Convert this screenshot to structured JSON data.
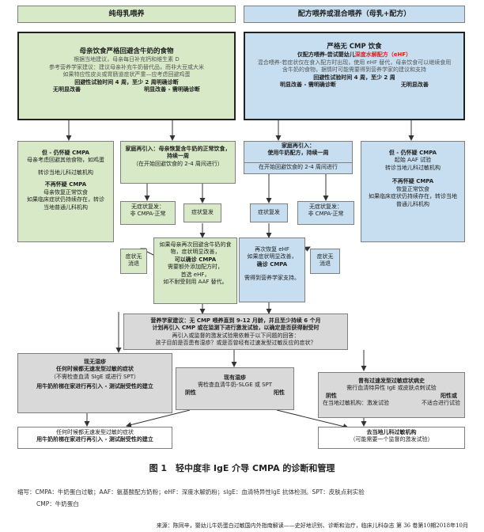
{
  "left_header": "纯母乳喂养",
  "right_header": "配方喂养或混合喂养（母乳+配方）",
  "left_main": {
    "title": "母亲饮食严格回避含牛奶的食物",
    "l1": "根据当地建议，母亲每日补充钙和维生素 D",
    "l2": "参考营养学家建议：建议母亲补充牛奶替代品，而非大豆或大米",
    "l3": "如果特应性皮炎或胃肠道症状严重—应考虑回避鸡蛋",
    "l4": "回避性试验时间 4 周，至少 2 周明确诊断",
    "no_improve": "无明显改善",
    "improve": "明显改善 - 需明确诊断"
  },
  "right_main": {
    "title": "严格无 CMP 饮食",
    "l1_prefix": "仅配方喂养-尝试婴幼儿",
    "l1_red": "深度水解配方（eHF）",
    "l2": "混合喂养-若症状仅在食入配方时出现，使用 eHF 替代，母亲饮食可以继续食用",
    "l3": "含牛奶的食物，据情时可能需要得到营养学家的建议和支持",
    "l4": "回避性试验时间 4 周，至少 2 周",
    "improve": "明显改善 - 需明确诊断",
    "no_improve": "无明显改善"
  },
  "left_side": {
    "title": "但 - 仍怀疑 CMPA",
    "l1": "母亲考虑回避其他食物，如鸡蛋",
    "l2": "转诊当地儿科过敏机构",
    "l3": "不再怀疑 CMPA",
    "l4": "母亲恢复正常饮食",
    "l5": "如果临床症状仍持续存在，转诊",
    "l6": "当地普通儿科机构"
  },
  "left_reintro": {
    "title": "家庭再引入：母亲恢复含牛奶的正常饮食，持续一周",
    "sub": "（在开始回避饮食的 2-4 周间进行）"
  },
  "left_nosym": {
    "l1": "无症状复发：",
    "l2": "非 CMPA-正常"
  },
  "left_sym": "症状复发",
  "left_nofix": {
    "l1": "症状无",
    "l2": "消退"
  },
  "left_resume": {
    "l1": "如果母亲再次回避含牛奶的食",
    "l2": "物，症状明显改善，",
    "l3": "可以确诊 CMPA",
    "l4": "需要额外添加配方时，",
    "l5": "首选 eHF，",
    "l6": "如不耐受则用 AAF 替代。"
  },
  "right_reintro": {
    "title": "家庭再引入：",
    "l1": "使用牛奶配方，持续一周",
    "l2": "在开始回避饮食的 2-4 周间进行"
  },
  "right_sym": "症状复发",
  "right_nosym": {
    "l1": "无症状复发：",
    "l2": "非 CMPA-正常"
  },
  "right_resume": {
    "l1": "再次恢复 eHF",
    "l2": "如果症状明显改善，",
    "l3": "确诊 CMPA",
    "l4": "需得到营养学家支持。"
  },
  "right_nofix": {
    "l1": "症状无",
    "l2": "消退"
  },
  "right_side": {
    "title": "但 - 仍怀疑 CMPA",
    "l1": "起始 AAF 试验",
    "l2": "转诊当地儿科过敏机构",
    "l3": "不再怀疑 CMPA",
    "l4": "恢复正常饮食",
    "l5": "如果临床症状仍持续存在，转诊当地",
    "l6": "普通儿科机构"
  },
  "center": {
    "l1": "营养学家建议：无 CMP 喂养直到 9-12 月龄，并且至少持续 6 个月",
    "l2": "计划再引入 CMP 或在监测下进行激发试验，以确定是否获得耐受时",
    "l3": "再引入或监督的激发试验需依赖于以下问题的回答：",
    "l4": "孩子目前是否患有湿疹？或是否曾经有过速发型过敏反应的症状？"
  },
  "no_eczema": {
    "title": "现无湿疹",
    "l1": "任何时候都无速发型过敏的症状",
    "l2": "（不需检查血清 SIgE 或进行 SPT）",
    "l3": "用牛奶阶梯在家进行再引入 - 测试耐受性的建立"
  },
  "eczema": {
    "title": "现有湿疹",
    "l1": "需检查血清牛奶-SLGE 或 SPT",
    "neg": "阴性",
    "pos": "阳性"
  },
  "immediate": {
    "title": "曾有过速发型过敏症状病史",
    "l1": "需行血清特异性 IgE 或皮肤点刺试验",
    "neg": "阴性",
    "pos": "阳性或",
    "neg_l": "在当地过敏机构：激发试验",
    "pos_l": "不适合进行试验"
  },
  "bottom_left": {
    "l1": "任何时候都无速发型过敏的症状",
    "l2": "用牛奶阶梯在家进行再引入 - 测试耐受性的建立"
  },
  "bottom_right": {
    "title": "去当地儿科过敏机构",
    "l1": "（可能需要一个监督的激发试验）"
  },
  "caption": "图 1　轻中度非 IgE 介导 CMPA 的诊断和管理",
  "abbrev_l1": "缩写：CMPA：牛奶蛋白过敏；AAF：氨基酸配方奶粉；eHF：深度水解奶粉；sIgE：血清特异性IgE 抗体检测。SPT：皮肤点刺实验",
  "abbrev_l2": "CMP：牛奶蛋白",
  "source": "来源：陈同辛，婴幼儿牛奶蛋白过敏国内外指南解读——史好地识别、诊断和治疗，临床儿科杂志 第 36 卷第10期2018年10月"
}
